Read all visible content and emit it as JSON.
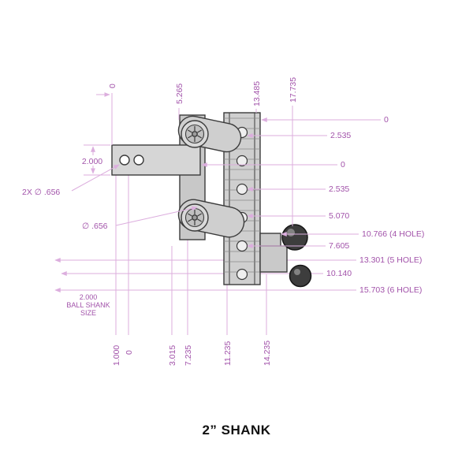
{
  "title": "2” SHANK",
  "colors": {
    "dim_line": "#dcaede",
    "dim_text": "#a253aa",
    "part_stroke": "#3b3b3b",
    "part_fill": "#d6d6d6",
    "ball_fill": "#3d3d3d",
    "title_color": "#111111",
    "background": "#ffffff"
  },
  "dims": {
    "top": [
      "0",
      "5.265",
      "13.485",
      "17.735"
    ],
    "right": [
      "0",
      "2.535",
      "0",
      "2.535",
      "5.070",
      "10.766 (4 HOLE)",
      "7.605",
      "13.301 (5 HOLE)",
      "10.140",
      "15.703 (6 HOLE)"
    ],
    "left": [
      "2.000",
      "2X ∅ .656",
      "∅ .656"
    ],
    "bottom": [
      "1.000",
      "0",
      "3.015",
      "7.235",
      "11.235",
      "14.235"
    ],
    "ball_shank_note": [
      "2.000",
      "BALL SHANK",
      "SIZE"
    ]
  }
}
